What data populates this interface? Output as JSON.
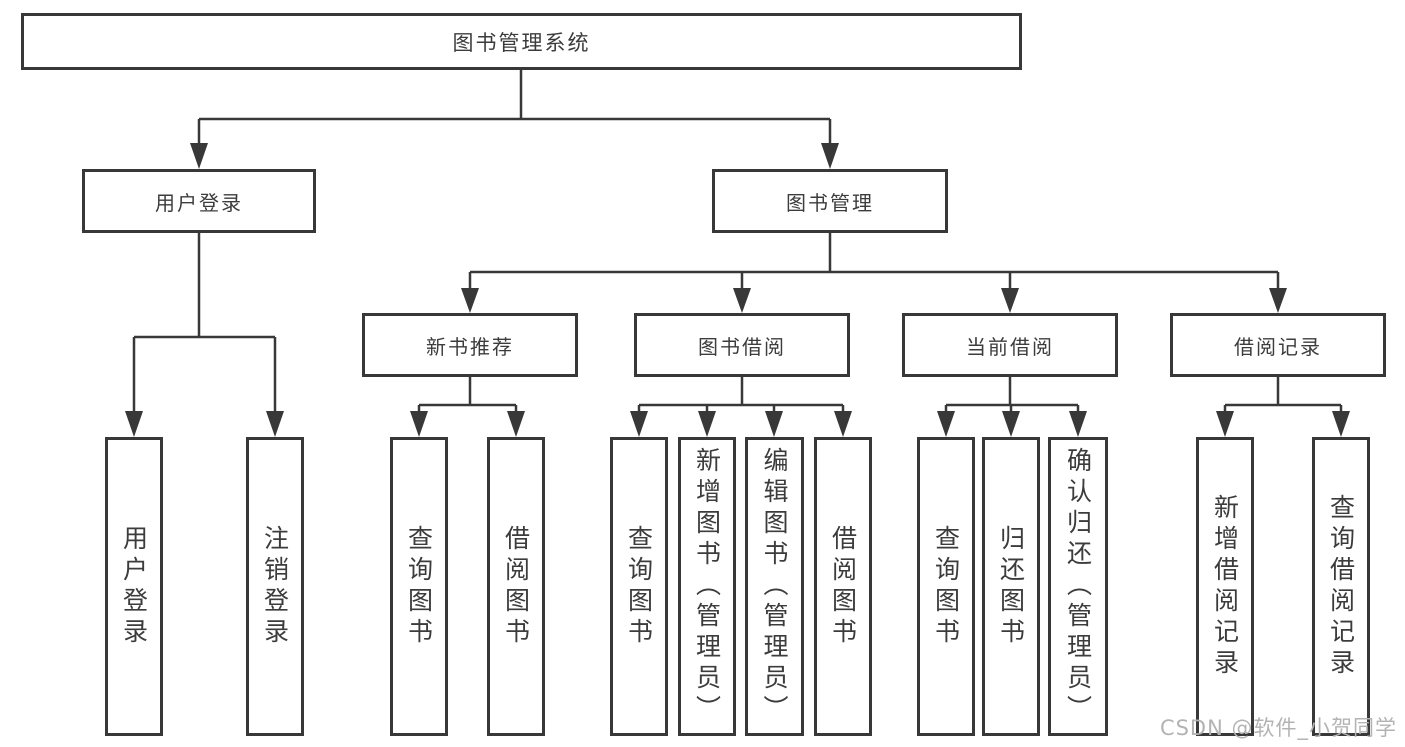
{
  "tree": {
    "root": {
      "label": "图书管理系统"
    },
    "children": [
      {
        "label": "用户登录",
        "children": [
          {
            "label": "用户登录"
          },
          {
            "label": "注销登录"
          }
        ]
      },
      {
        "label": "图书管理",
        "children": [
          {
            "label": "新书推荐",
            "children": [
              {
                "label": "查询图书"
              },
              {
                "label": "借阅图书"
              }
            ]
          },
          {
            "label": "图书借阅",
            "children": [
              {
                "label": "查询图书"
              },
              {
                "label": "新增图书（管理员）"
              },
              {
                "label": "编辑图书（管理员）"
              },
              {
                "label": "借阅图书"
              }
            ]
          },
          {
            "label": "当前借阅",
            "children": [
              {
                "label": "查询图书"
              },
              {
                "label": "归还图书"
              },
              {
                "label": "确认归还（管理员）"
              }
            ]
          },
          {
            "label": "借阅记录",
            "children": [
              {
                "label": "新增借阅记录"
              },
              {
                "label": "查询借阅记录"
              }
            ]
          }
        ]
      }
    ]
  },
  "watermark": {
    "text": "CSDN @软件_小贺同学"
  },
  "colors": {
    "line": "#383838",
    "text": "#3c3c3c",
    "watermark": "#b3b3b3",
    "bg": "#ffffff"
  }
}
